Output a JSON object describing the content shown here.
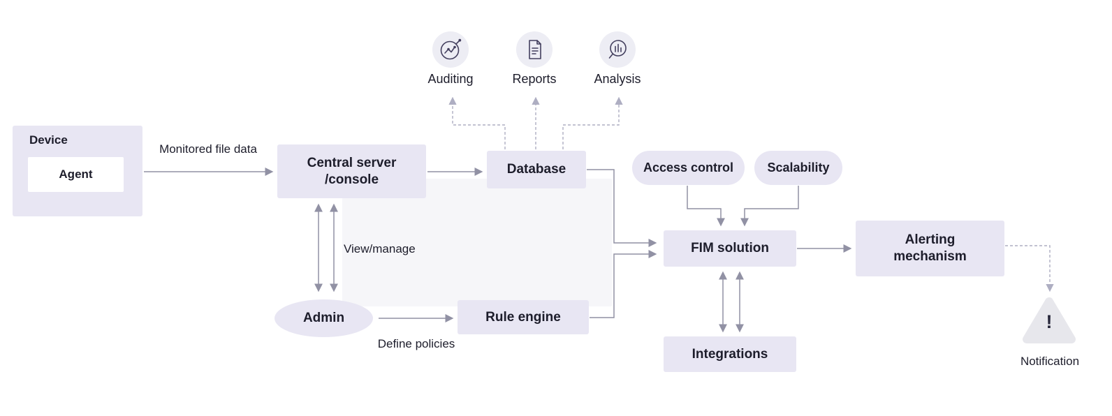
{
  "diagram": {
    "nodes": {
      "device": {
        "label": "Device",
        "agent_label": "Agent"
      },
      "central_server": {
        "line1": "Central server",
        "line2": "/console"
      },
      "database": {
        "label": "Database"
      },
      "admin": {
        "label": "Admin"
      },
      "rule_engine": {
        "label": "Rule engine"
      },
      "fim_solution": {
        "label": "FIM solution"
      },
      "access_control": {
        "label": "Access control"
      },
      "scalability": {
        "label": "Scalability"
      },
      "integrations": {
        "label": "Integrations"
      },
      "alerting_mechanism": {
        "line1": "Alerting",
        "line2": "mechanism"
      },
      "notification": {
        "label": "Notification",
        "symbol": "!"
      }
    },
    "outputs": [
      {
        "label": "Auditing"
      },
      {
        "label": "Reports"
      },
      {
        "label": "Analysis"
      }
    ],
    "edge_labels": {
      "monitored_file_data": "Monitored file data",
      "view_manage": "View/manage",
      "define_policies": "Define policies"
    },
    "colors": {
      "node_fill": "#e8e6f3",
      "panel_fill": "#f6f6f9",
      "icon_fill": "#ededf4",
      "arrow": "#9191a4",
      "dashed": "#aeaec2",
      "text": "#1d1d2b",
      "icon_stroke": "#433f5e",
      "triangle_fill": "#e7e7ec"
    }
  }
}
